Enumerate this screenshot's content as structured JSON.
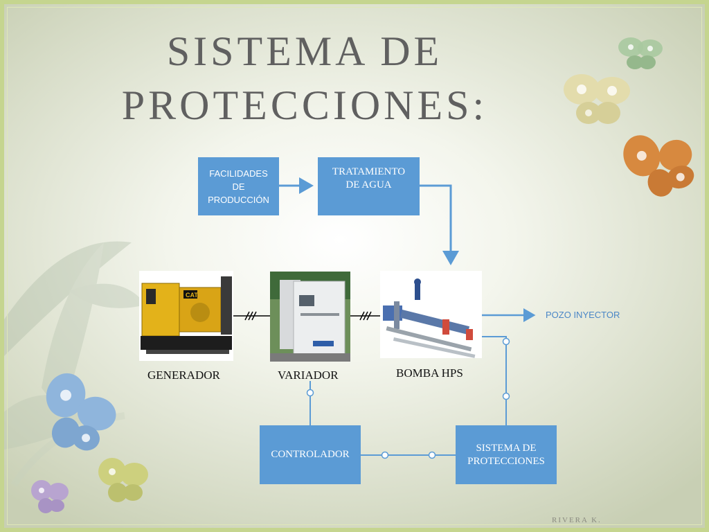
{
  "title": {
    "line1": "SISTEMA DE",
    "line2": "PROTECCIONES:"
  },
  "blocks": {
    "facilidades": [
      "FACILIDADES",
      "DE",
      "PRODUCCIÓN"
    ],
    "tratamiento": [
      "TRATAMIENTO",
      "DE AGUA"
    ],
    "controlador": "CONTROLADOR",
    "sistema": [
      "SISTEMA DE",
      "PROTECCIONES"
    ]
  },
  "equipment": {
    "generador": "GENERADOR",
    "variador": "VARIADOR",
    "bomba": "BOMBA HPS"
  },
  "output_label": "POZO INYECTOR",
  "author": "RIVERA K.",
  "colors": {
    "box": "#5b9bd5",
    "line": "#5b9bd5",
    "frame": "#c5d58f",
    "title": "#606060"
  }
}
